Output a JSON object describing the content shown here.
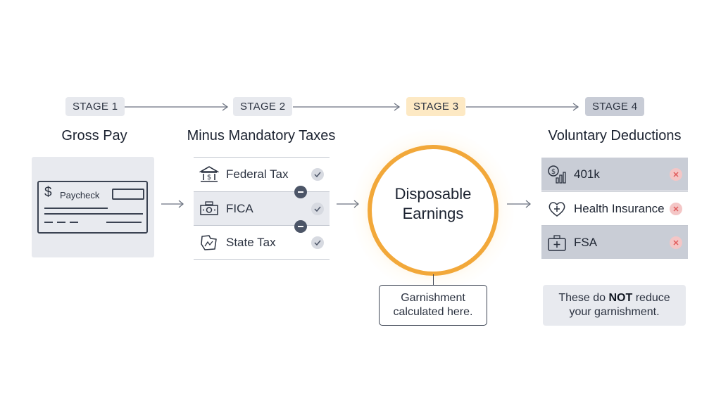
{
  "stages": [
    {
      "label": "STAGE 1",
      "title": "Gross Pay"
    },
    {
      "label": "STAGE 2",
      "title": "Minus Mandatory Taxes"
    },
    {
      "label": "STAGE 3",
      "title": ""
    },
    {
      "label": "STAGE 4",
      "title": "Voluntary Deductions"
    }
  ],
  "paycheck": {
    "symbol": "$",
    "label": "Paycheck"
  },
  "taxes": [
    {
      "label": "Federal Tax",
      "icon": "bank-icon"
    },
    {
      "label": "FICA",
      "icon": "cash-icon"
    },
    {
      "label": "State Tax",
      "icon": "state-map-icon"
    }
  ],
  "disposable": {
    "line1": "Disposable",
    "line2": "Earnings"
  },
  "garnishment_note": {
    "line1": "Garnishment",
    "line2": "calculated here."
  },
  "voluntary": [
    {
      "label": "401k",
      "icon": "retirement-chart-icon"
    },
    {
      "label": "Health Insurance",
      "icon": "heart-plus-icon"
    },
    {
      "label": "FSA",
      "icon": "medical-kit-icon"
    }
  ],
  "voluntary_note": {
    "prefix": "These do ",
    "emphasis": "NOT",
    "suffix": " reduce",
    "line2": "your garnishment."
  },
  "colors": {
    "accent": "#f2a83a",
    "highlight_badge": "#fde9c4",
    "dark_badge": "#c8ccd6",
    "remove_red": "#e05a5a"
  }
}
